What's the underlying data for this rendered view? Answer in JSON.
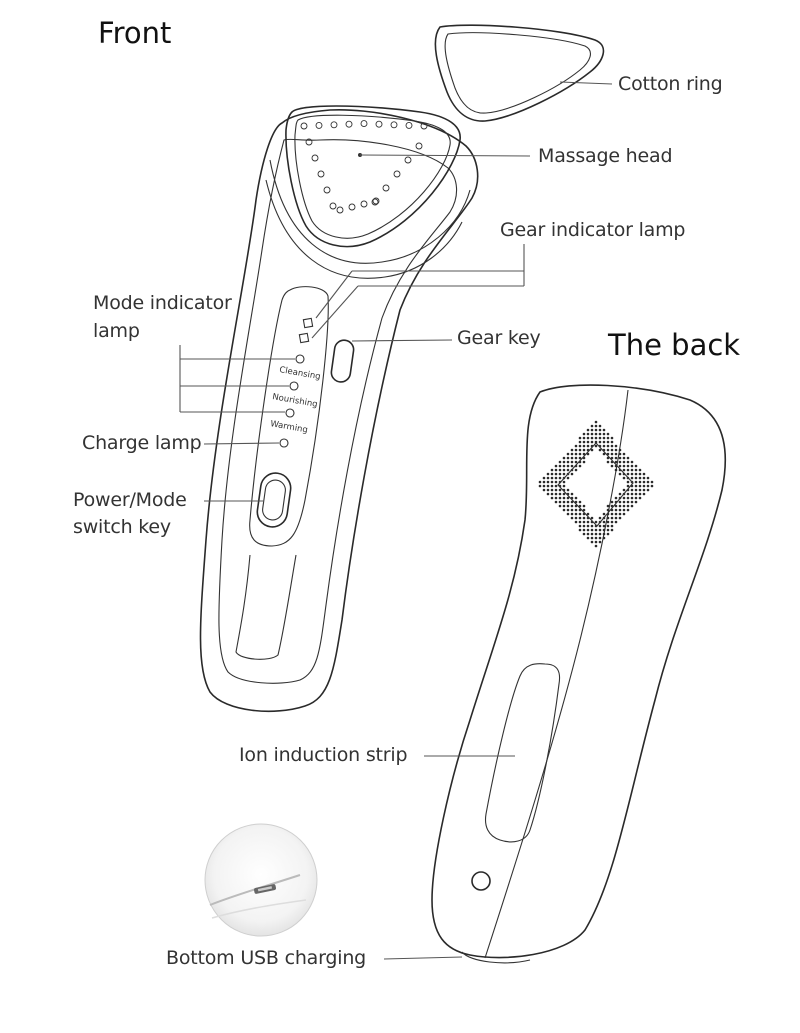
{
  "titles": {
    "front": "Front",
    "back": "The back"
  },
  "labels": {
    "cotton_ring": "Cotton ring",
    "massage_head": "Massage head",
    "gear_indicator_lamp": "Gear indicator lamp",
    "mode_indicator_lamp_line1": "Mode indicator",
    "mode_indicator_lamp_line2": "lamp",
    "gear_key": "Gear key",
    "charge_lamp": "Charge lamp",
    "power_mode_line1": "Power/Mode",
    "power_mode_line2": "switch key",
    "ion_induction_strip": "Ion induction strip",
    "bottom_usb_charging": "Bottom USB charging"
  },
  "device_text": {
    "cleansing": "Cleansing",
    "nourishing": "Nourishing",
    "warming": "Warming"
  },
  "icons": [
    "cotton-ring-icon",
    "massage-head-icon",
    "device-front-icon",
    "device-back-icon",
    "usb-port-icon"
  ]
}
